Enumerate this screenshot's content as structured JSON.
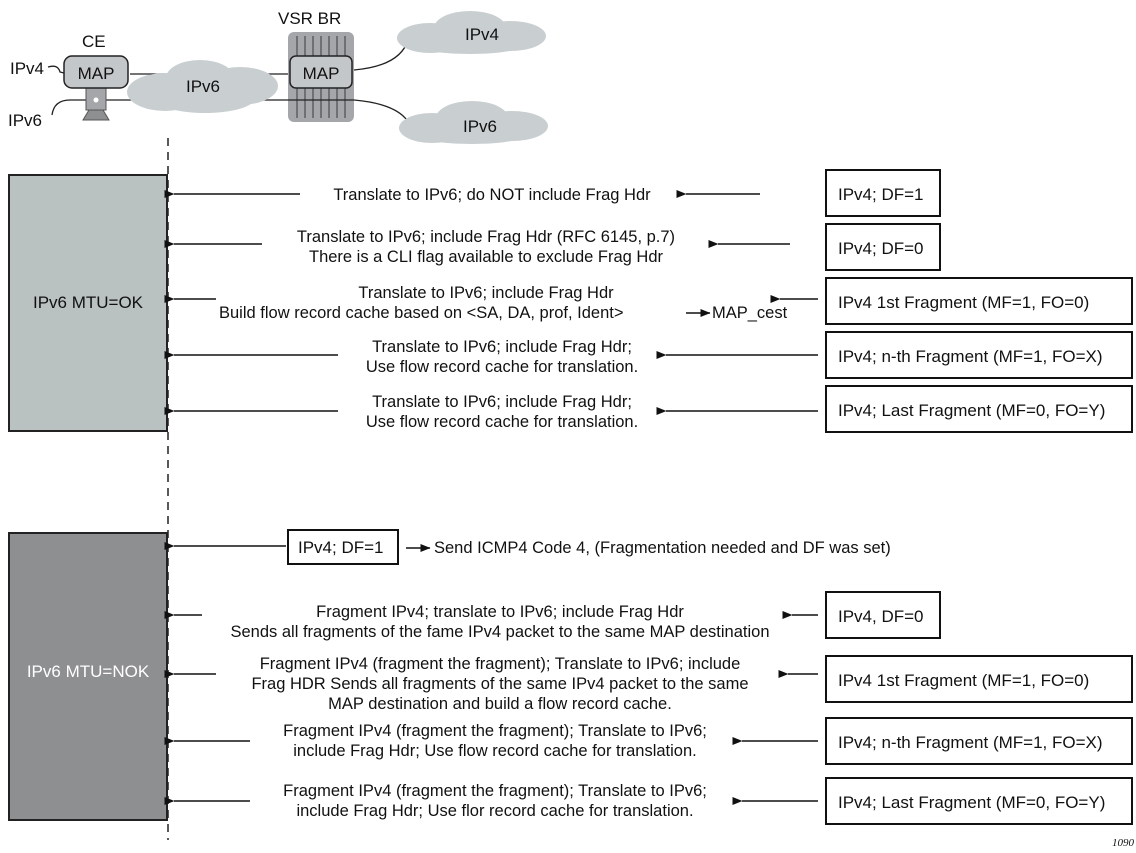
{
  "topology": {
    "ce_label": "CE",
    "ce_map": "MAP",
    "br_label": "VSR BR",
    "br_map": "MAP",
    "left_ipv4": "IPv4",
    "left_ipv6": "IPv6",
    "cloud_mid": "IPv6",
    "cloud_top": "IPv4",
    "cloud_bottom": "IPv6"
  },
  "sections": [
    {
      "state": "IPv6 MTU=OK",
      "rows": [
        {
          "msg": [
            "Translate to IPv6; do NOT include Frag Hdr"
          ],
          "in": "IPv4; DF=1"
        },
        {
          "msg": [
            "Translate to IPv6; include Frag Hdr (RFC 6145, p.7)",
            "There is a CLI flag available to exclude Frag Hdr"
          ],
          "in": "IPv4; DF=0"
        },
        {
          "msg": [
            "Translate to IPv6; include Frag Hdr",
            "Build flow record cache based on <SA, DA, prof, Ident>"
          ],
          "msg_target": "MAP_cest",
          "in": "IPv4 1st Fragment (MF=1, FO=0)"
        },
        {
          "msg": [
            "Translate to IPv6; include Frag Hdr;",
            "Use flow record cache for translation."
          ],
          "in": "IPv4; n-th Fragment (MF=1, FO=X)"
        },
        {
          "msg": [
            "Translate to IPv6; include Frag Hdr;",
            "Use flow record cache for translation."
          ],
          "in": "IPv4; Last Fragment (MF=0, FO=Y)"
        }
      ]
    },
    {
      "state": "IPv6 MTU=NOK",
      "rows": [
        {
          "inline_box": "IPv4; DF=1",
          "msg": [
            "Send ICMP4 Code 4, (Fragmentation needed and DF was set)"
          ]
        },
        {
          "msg": [
            "Fragment IPv4; translate to IPv6; include Frag Hdr",
            "Sends all fragments of the fame IPv4 packet to the same MAP destination"
          ],
          "in": "IPv4, DF=0"
        },
        {
          "msg": [
            "Fragment IPv4 (fragment the fragment); Translate to IPv6; include",
            "Frag HDR Sends all fragments of the same IPv4 packet to the same",
            "MAP destination and build a flow record cache."
          ],
          "in": "IPv4 1st Fragment (MF=1, FO=0)"
        },
        {
          "msg": [
            "Fragment IPv4 (fragment the fragment); Translate to IPv6;",
            "include Frag Hdr; Use flow record cache for translation."
          ],
          "in": "IPv4; n-th Fragment (MF=1, FO=X)"
        },
        {
          "msg": [
            "Fragment IPv4 (fragment the fragment); Translate to IPv6;",
            "include Frag Hdr; Use flor record cache for translation."
          ],
          "in": "IPv4; Last Fragment (MF=0, FO=Y)"
        }
      ]
    }
  ],
  "figure_id": "1090",
  "colors": {
    "ok_box": "#b9c1c1",
    "nok_box": "#8e8f91",
    "cloud": "#c9cfd1",
    "map_box": "#c4c7c9",
    "router": "#a4a6a9",
    "router_dark": "#6e7073"
  }
}
